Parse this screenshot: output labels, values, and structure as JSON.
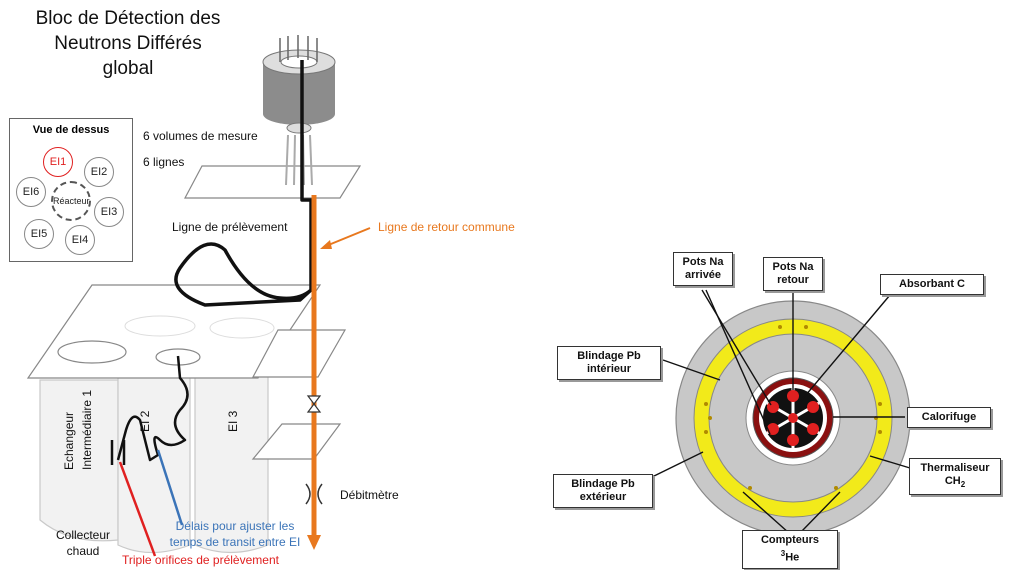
{
  "title": [
    "Bloc de Détection des",
    "Neutrons Différés",
    "global"
  ],
  "top_view": {
    "title": "Vue de dessus",
    "center": "Réacteur",
    "units": [
      "EI1",
      "EI2",
      "EI3",
      "EI4",
      "EI5",
      "EI6"
    ]
  },
  "left_labels": {
    "volumes": "6 volumes de mesure",
    "lines": "6 lignes",
    "sampling_line": "Ligne de prélèvement",
    "return_line": "Ligne de retour commune",
    "exchanger": [
      "Echangeur",
      "Intermédiaire 1"
    ],
    "ei2": "EI 2",
    "ei3": "EI 3",
    "flowmeter": "Débitmètre",
    "delays": [
      "Délais pour ajuster les",
      "temps de transit entre EI"
    ],
    "collector": [
      "Collecteur",
      "chaud"
    ],
    "orifices": "Triple orifices de prélèvement"
  },
  "right_labels": {
    "pots_in": [
      "Pots Na",
      "arrivée"
    ],
    "pots_out": [
      "Pots Na",
      "retour"
    ],
    "absorbant": "Absorbant C",
    "inner_shield": [
      "Blindage Pb",
      "intérieur"
    ],
    "insulation": "Calorifuge",
    "outer_shield": [
      "Blindage Pb",
      "extérieur"
    ],
    "thermaliser": [
      "Thermaliseur",
      "CH",
      "2"
    ],
    "counters": [
      "Compteurs",
      "3",
      "He"
    ]
  },
  "colors": {
    "orange": "#e8781e",
    "blue": "#3b74b8",
    "red": "#e02020",
    "yellow": "#f2ea1a",
    "grey": "#c8c8c8",
    "darkred": "#8a1010"
  }
}
